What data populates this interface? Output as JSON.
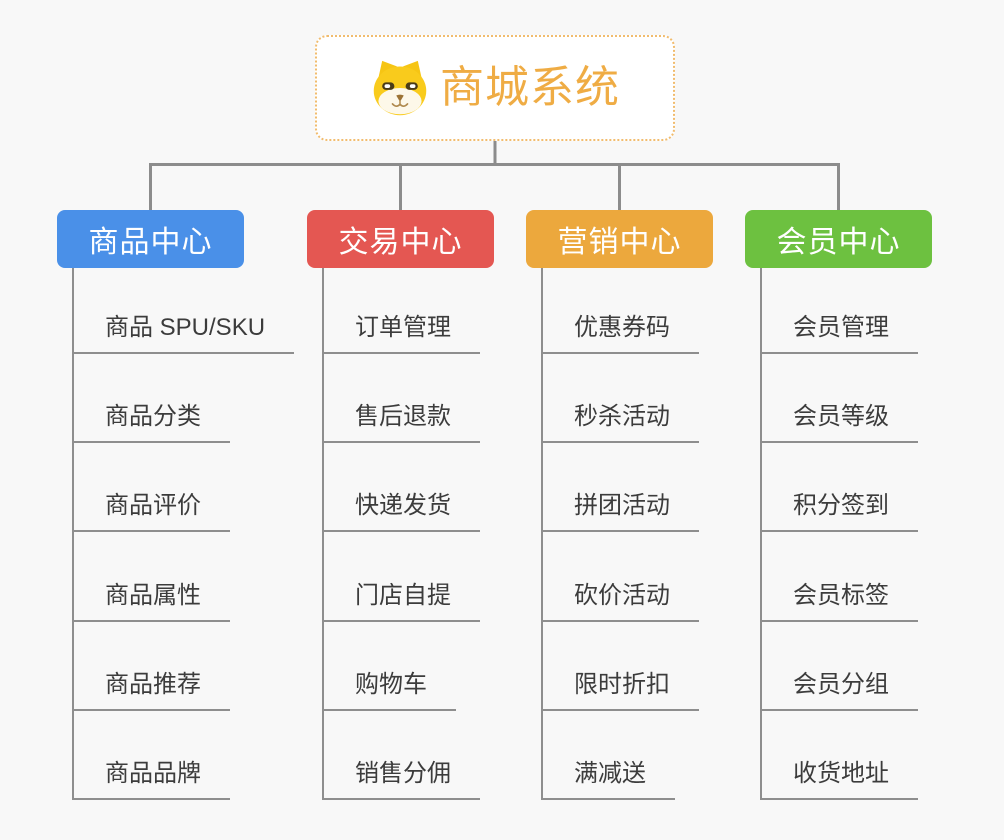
{
  "page": {
    "background": "#F8F8F8"
  },
  "root": {
    "title": "商城系统",
    "title_color": "#EFAC44",
    "border_color": "#F1BC6E",
    "icon": "dog-face-icon"
  },
  "connectors": {
    "color": "#8C8C8C",
    "spine_color": "#8E8E8E"
  },
  "columns": [
    {
      "label": "商品中心",
      "color": "#4A90E8",
      "children": [
        "商品 SPU/SKU",
        "商品分类",
        "商品评价",
        "商品属性",
        "商品推荐",
        "商品品牌"
      ]
    },
    {
      "label": "交易中心",
      "color": "#E45752",
      "children": [
        "订单管理",
        "售后退款",
        "快递发货",
        "门店自提",
        "购物车",
        "销售分佣"
      ]
    },
    {
      "label": "营销中心",
      "color": "#ECA83D",
      "children": [
        "优惠券码",
        "秒杀活动",
        "拼团活动",
        "砍价活动",
        "限时折扣",
        "满减送"
      ]
    },
    {
      "label": "会员中心",
      "color": "#6DC140",
      "children": [
        "会员管理",
        "会员等级",
        "积分签到",
        "会员标签",
        "会员分组",
        "收货地址"
      ]
    }
  ]
}
